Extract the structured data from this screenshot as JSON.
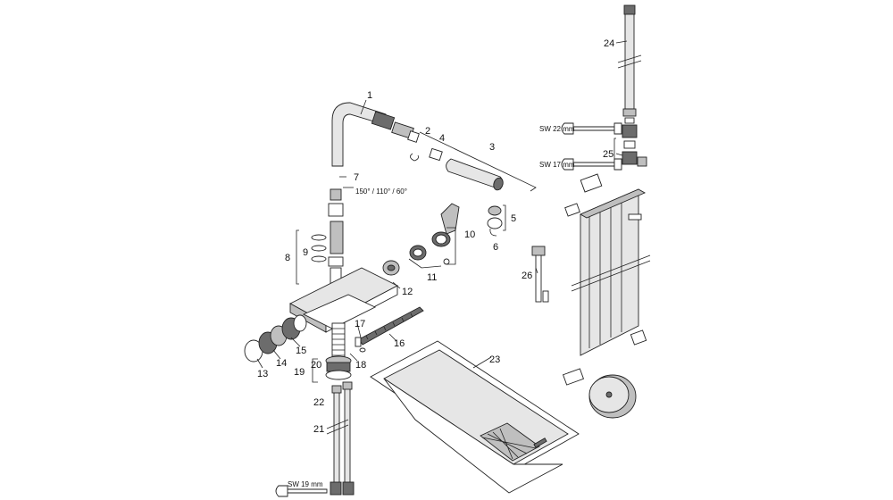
{
  "labels": {
    "l1": "1",
    "l2": "2",
    "l3": "3",
    "l4": "4",
    "l5": "5",
    "l6": "6",
    "l7": "7",
    "l8": "8",
    "l9": "9",
    "l10": "10",
    "l11": "11",
    "l12": "12",
    "l13": "13",
    "l14": "14",
    "l15": "15",
    "l16": "16",
    "l17": "17",
    "l18": "18",
    "l19": "19",
    "l20": "20",
    "l21": "21",
    "l22": "22",
    "l23": "23",
    "l24": "24",
    "l25": "25",
    "l26": "26"
  },
  "annotations": {
    "angles": "150° / 110° / 60°",
    "sw22": "SW 22 mm",
    "sw17": "SW 17 mm",
    "sw19": "SW 19 mm"
  }
}
